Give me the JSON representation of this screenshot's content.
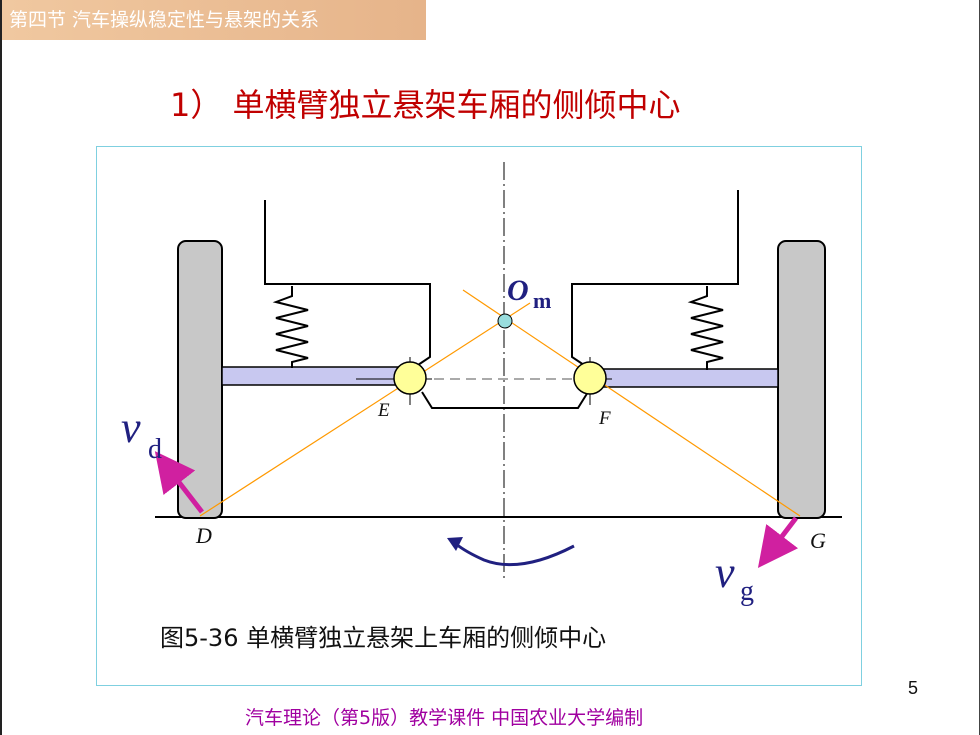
{
  "header": {
    "section_tab": "第四节 汽车操纵稳定性与悬架的关系",
    "title": "1） 单横臂独立悬架车厢的侧倾中心"
  },
  "figure": {
    "caption": "图5-36 单横臂独立悬架上车厢的侧倾中心",
    "labels": {
      "om_main": "O",
      "om_sub": "m",
      "vd_main": "v",
      "vd_sub": "d",
      "vg_main": "v",
      "vg_sub": "g",
      "e": "E",
      "f": "F",
      "d": "D",
      "g": "G"
    },
    "colors": {
      "arm": "#c8c8f0",
      "wheel": "#c8c8c8",
      "joint": "#ffff99",
      "construction_line": "#ff9900",
      "velocity_arrow": "#d020a0",
      "roll_arrow": "#202080",
      "center_point": "#99dddd",
      "label_blue": "#202080"
    }
  },
  "footer": {
    "page_number": "5",
    "text": "汽车理论（第5版）教学课件  中国农业大学编制"
  }
}
